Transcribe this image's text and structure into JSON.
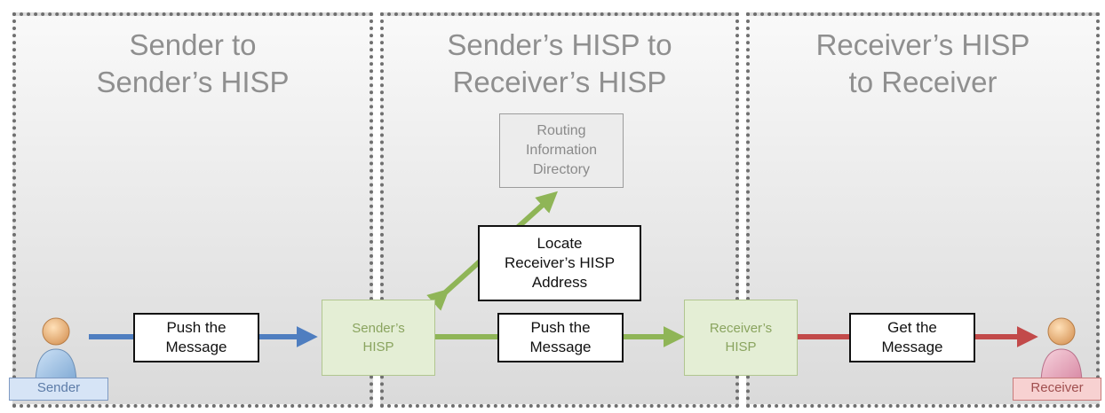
{
  "panels": [
    {
      "title": "Sender to\nSender’s HISP"
    },
    {
      "title": "Sender’s HISP to\nReceiver’s HISP"
    },
    {
      "title": "Receiver’s HISP\nto Receiver"
    }
  ],
  "nodes": {
    "routing_directory": "Routing\nInformation\nDirectory",
    "senders_hisp": "Sender’s\nHISP",
    "receivers_hisp": "Receiver’s\nHISP"
  },
  "edge_labels": {
    "push_sender": "Push the\nMessage",
    "locate": "Locate\nReceiver’s HISP\nAddress",
    "push_hisp": "Push the\nMessage",
    "get": "Get the\nMessage"
  },
  "actors": {
    "sender": "Sender",
    "receiver": "Receiver"
  },
  "colors": {
    "blue_arrow": "#4f7ec0",
    "green_arrow": "#8fb557",
    "red_arrow": "#c24a4a"
  },
  "icons": {
    "sender": "person-icon",
    "receiver": "person-icon"
  }
}
